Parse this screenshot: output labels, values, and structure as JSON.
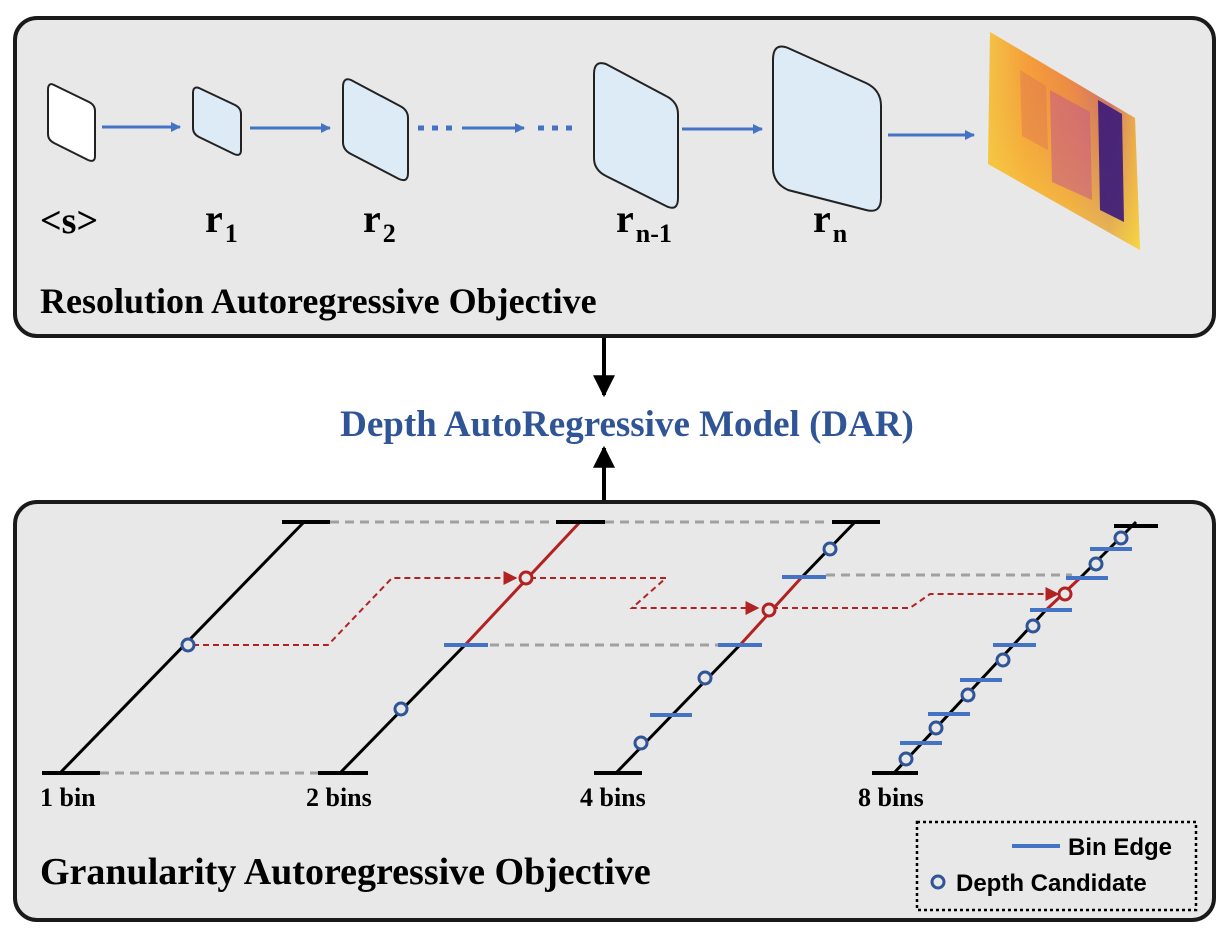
{
  "top_panel": {
    "title": "Resolution Autoregressive Objective",
    "start_token": "<s>",
    "tokens": [
      {
        "base": "r",
        "sub": "1"
      },
      {
        "base": "r",
        "sub": "2"
      },
      {
        "base": "r",
        "sub": "n-1"
      },
      {
        "base": "r",
        "sub": "n"
      }
    ]
  },
  "center_title": "Depth AutoRegressive Model (DAR)",
  "bottom_panel": {
    "title": "Granularity Autoregressive Objective",
    "stages": [
      {
        "label": "1 bin"
      },
      {
        "label": "2 bins"
      },
      {
        "label": "4 bins"
      },
      {
        "label": "8 bins"
      }
    ],
    "legend": {
      "bin_edge": "Bin Edge",
      "depth_candidate": "Depth Candidate"
    }
  },
  "colors": {
    "panel_fill": "#e8e8e8",
    "blue": "#4472c4",
    "center_title": "#2f5597",
    "red": "#b22222",
    "dashed_gray": "#a0a0a0",
    "block_fill": "#ddebf7"
  }
}
